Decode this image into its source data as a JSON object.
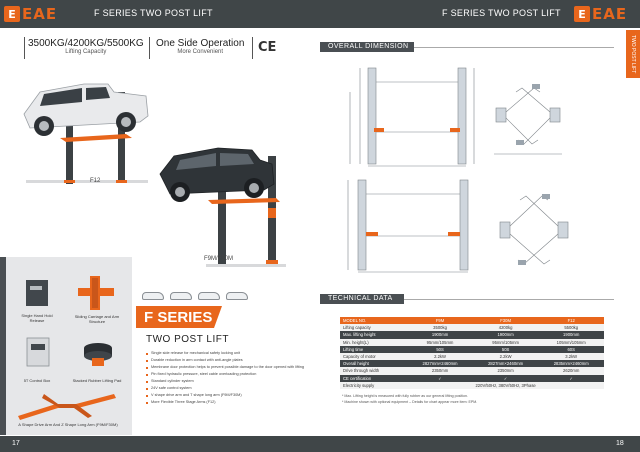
{
  "header": {
    "left_logo_mark": "E",
    "left_logo_word": "EAE",
    "left_title": "F SERIES TWO POST LIFT",
    "right_title": "F SERIES TWO POST LIFT",
    "right_logo_mark": "E",
    "right_logo_word": "EAE",
    "side_tab": "TWO POST LIFT"
  },
  "features": {
    "capacity_value": "3500KG/4200KG/5500KG",
    "capacity_label": "Lifting Capacity",
    "operation_value": "One Side Operation",
    "operation_label": "More Convenient",
    "cert_mark": "CE"
  },
  "product_captions": {
    "f12": "F12",
    "f9m": "F9M/F30M"
  },
  "accessories": [
    {
      "label": "Single Hand Hold Release"
    },
    {
      "label": "Sliding Carriage and Arm Structure"
    },
    {
      "label": "5T Control Box"
    },
    {
      "label": "Stacked Rubber Lifting Pad"
    },
    {
      "label": "A Shape Drive Arm And Z Shape Long Arm (F9M/F30M)"
    }
  ],
  "series": {
    "name": "F SERIES",
    "subtitle": "TWO POST LIFT",
    "bullets": [
      "Single side release for mechanical safety locking unit",
      "Durable reduction in arm contact with anti-angle plates",
      "Membrane door protection helps to prevent possible damage to the door opened with lifting",
      "Pin fixed hydraulic pressure, steel cable overloading protection",
      "Standard cylinder system",
      "24V safe control system",
      "V shape drive arm and T shape long arm (F9M/F30M)",
      "More Flexible Three Stage Arms (F12)"
    ]
  },
  "dimension": {
    "section_title": "OVERALL DIMENSION"
  },
  "technical": {
    "section_title": "TECHNICAL DATA",
    "columns": [
      "MODEL NO.",
      "F9M",
      "F30M",
      "F12"
    ],
    "rows": [
      {
        "label": "Lifting capacity",
        "values": [
          "3500kg",
          "4200kg",
          "5500kg"
        ],
        "style": "lt"
      },
      {
        "label": "Max. lifting height",
        "values": [
          "1900mm",
          "1900mm",
          "1900mm"
        ],
        "style": "dk"
      },
      {
        "label": "Min. height(L)",
        "values": [
          "95mm/105mm",
          "95mm/105mm",
          "105mm/105mm"
        ],
        "style": "lt"
      },
      {
        "label": "Lifting time",
        "values": [
          "50S",
          "50S",
          "60S"
        ],
        "style": "dk"
      },
      {
        "label": "Capacity of motor",
        "values": [
          "2.2kW",
          "2.2kW",
          "3.2kW"
        ],
        "style": "lt"
      },
      {
        "label": "Overall height",
        "values": [
          "2827mm×2460mm",
          "2827mm×2460mm",
          "2835mm×2460mm"
        ],
        "style": "dk"
      },
      {
        "label": "Drive through width",
        "values": [
          "2350mm",
          "2350mm",
          "2620mm"
        ],
        "style": "lt"
      },
      {
        "label": "CE certification",
        "values": [
          "✓",
          "✓",
          "✓"
        ],
        "style": "dk"
      },
      {
        "label": "Electricity supply",
        "values": [
          "220V/50Hz, 380V/50Hz, 3Phase",
          "",
          ""
        ],
        "style": "lt"
      }
    ],
    "notes": [
      "* Max. Lifting height is measured with fully rubber as our general lifting position.",
      "* Machine shown with optional equipment – Details for chart appear more item: EPM."
    ]
  },
  "pages": {
    "left": "17",
    "right": "18"
  },
  "colors": {
    "accent": "#e8661c",
    "dark": "#404648"
  }
}
